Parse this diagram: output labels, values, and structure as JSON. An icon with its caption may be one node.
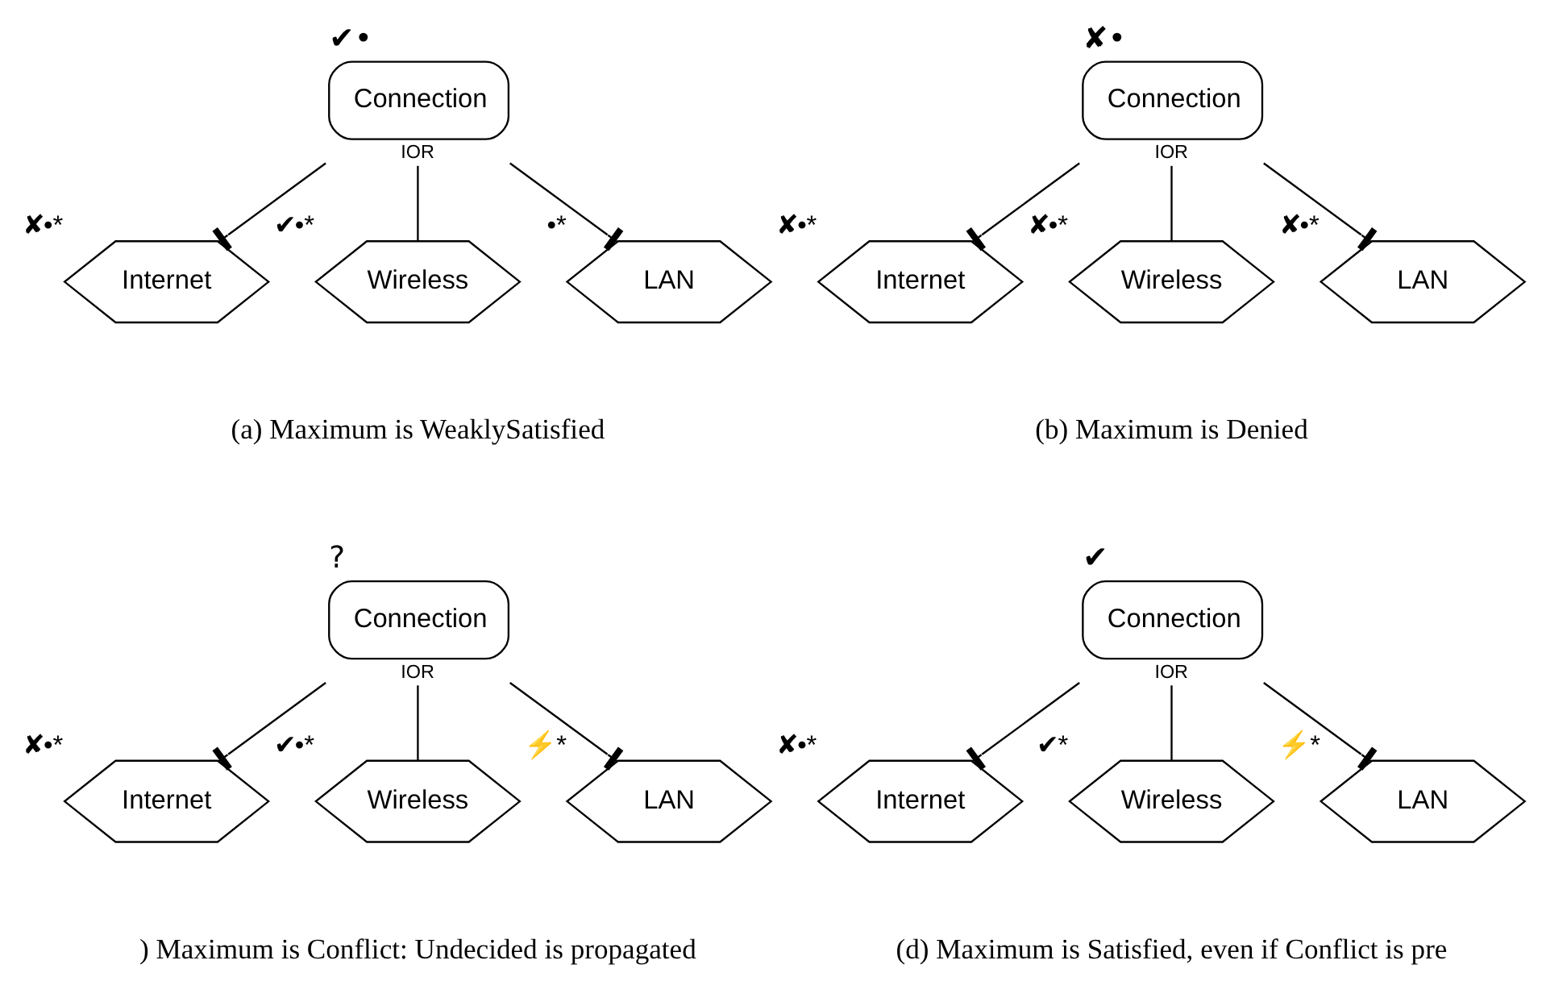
{
  "diagram": {
    "nodes": [
      {
        "text": [
          "Connection"
        ],
        "beside": [
          "✔•",
          "IOR"
        ]
      },
      {
        "text": [
          "Internet"
        ],
        "beside": [
          "✘•*"
        ]
      },
      {
        "text": [
          "Wireless"
        ],
        "beside": [
          "✔•*"
        ]
      },
      {
        "text": [
          "LAN"
        ],
        "beside": [
          "•*"
        ]
      },
      {
        "text": [
          "Connection"
        ],
        "beside": [
          "✘•",
          "IOR"
        ]
      },
      {
        "text": [
          "Internet"
        ],
        "beside": [
          "✘•*"
        ]
      },
      {
        "text": [
          "Wireless"
        ],
        "beside": [
          "✘•*"
        ]
      },
      {
        "text": [
          "LAN"
        ],
        "beside": [
          "✘•*"
        ]
      },
      {
        "text": [
          "Connection"
        ],
        "beside": [
          "?",
          "IOR"
        ]
      },
      {
        "text": [
          "Internet"
        ],
        "beside": [
          "✘•*"
        ]
      },
      {
        "text": [
          "Wireless"
        ],
        "beside": [
          "✔•*"
        ]
      },
      {
        "text": [
          "LAN"
        ],
        "beside": [
          "⚡*"
        ]
      },
      {
        "text": [
          "Connection"
        ],
        "beside": [
          "✔",
          "IOR"
        ]
      },
      {
        "text": [
          "Internet"
        ],
        "beside": [
          "✘•*"
        ]
      },
      {
        "text": [
          "Wireless"
        ],
        "beside": [
          "✔*"
        ]
      },
      {
        "text": [
          "LAN"
        ],
        "beside": [
          "⚡*"
        ]
      }
    ],
    "edges": [
      {
        "from": 0,
        "to": 1,
        "arrow": "other"
      },
      {
        "from": 0,
        "to": 2,
        "arrow": "none"
      },
      {
        "from": 0,
        "to": 3,
        "arrow": "other"
      },
      {
        "from": 4,
        "to": 5,
        "arrow": "other"
      },
      {
        "from": 4,
        "to": 6,
        "arrow": "none"
      },
      {
        "from": 4,
        "to": 7,
        "arrow": "other"
      },
      {
        "from": 8,
        "to": 9,
        "arrow": "other"
      },
      {
        "from": 8,
        "to": 10,
        "arrow": "none"
      },
      {
        "from": 8,
        "to": 11,
        "arrow": "other"
      },
      {
        "from": 12,
        "to": 13,
        "arrow": "other"
      },
      {
        "from": 12,
        "to": 14,
        "arrow": "none"
      },
      {
        "from": 12,
        "to": 15,
        "arrow": "other"
      }
    ],
    "labels": [
      "(a) Maximum is WeaklySatisfied",
      "(b) Maximum is Denied",
      ") Maximum is Conflict: Undecided is propagated",
      "(d) Maximum is Satisfied, even if Conflict is pre"
    ]
  }
}
